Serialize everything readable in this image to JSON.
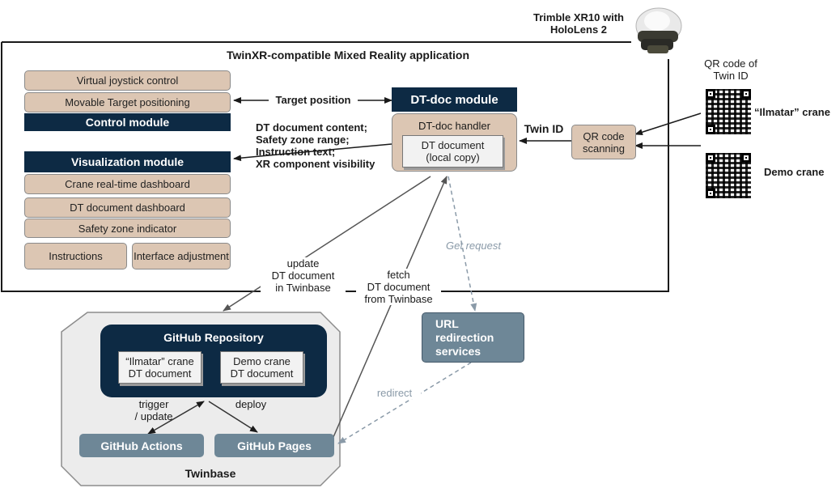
{
  "headset": {
    "label_line1": "Trimble XR10 with",
    "label_line2": "HoloLens 2",
    "icon": "headset-icon"
  },
  "app": {
    "title": "TwinXR-compatible Mixed Reality application",
    "control_module": {
      "title": "Control module",
      "items": [
        "Virtual joystick control",
        "Movable Target positioning"
      ]
    },
    "visualization_module": {
      "title": "Visualization module",
      "items": [
        "Crane real-time dashboard",
        "DT document dashboard",
        "Safety zone indicator"
      ],
      "small_items": [
        "Instructions",
        "Interface adjustment"
      ]
    },
    "dtdoc_module": {
      "title": "DT-doc module",
      "handler": "DT-doc handler",
      "document_line1": "DT document",
      "document_line2": "(local copy)"
    },
    "qr_scanning_line1": "QR code",
    "qr_scanning_line2": "scanning",
    "labels": {
      "target_position": "Target position",
      "content_lines": [
        "DT document content;",
        "Safety zone range;",
        "Instruction text;",
        "XR component visibility"
      ],
      "twin_id": "Twin ID"
    }
  },
  "qr": {
    "title_line1": "QR code of",
    "title_line2": "Twin ID",
    "codes": [
      "“Ilmatar” crane",
      "Demo crane"
    ]
  },
  "twinbase": {
    "title": "Twinbase",
    "repo": {
      "title": "GitHub Repository",
      "docs": [
        {
          "line1": "“Ilmatar” crane",
          "line2": "DT document"
        },
        {
          "line1": "Demo crane",
          "line2": "DT document"
        }
      ]
    },
    "actions": "GitHub Actions",
    "pages": "GitHub Pages",
    "trigger_line1": "trigger",
    "trigger_line2": "/ update",
    "deploy": "deploy"
  },
  "url_service": {
    "line1": "URL",
    "line2": "redirection",
    "line3": "services"
  },
  "flows": {
    "update": [
      "update",
      "DT document",
      "in Twinbase"
    ],
    "fetch": [
      "fetch",
      "DT document",
      "from Twinbase"
    ],
    "get_request": "Get request",
    "redirect": "redirect"
  },
  "colors": {
    "navy": "#0d2a44",
    "tan": "#dcc6b3",
    "slate": "#6e8797",
    "dashed_arrow": "#8a9aa8"
  }
}
